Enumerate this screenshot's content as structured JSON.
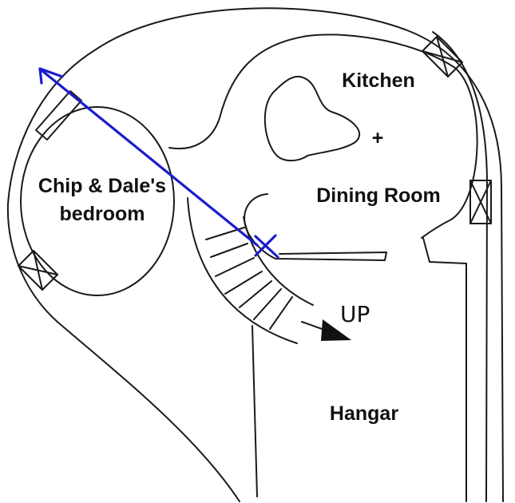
{
  "floor_plan": {
    "rooms": {
      "bedroom": [
        "Chip & Dale's",
        "bedroom"
      ],
      "kitchen": "Kitchen",
      "dining": "Dining Room",
      "hangar": "Hangar"
    },
    "stair_label": "UP",
    "center_mark": "+"
  },
  "colors": {
    "wall": "#1a1a1a",
    "annotation": "#1c1ccc"
  }
}
